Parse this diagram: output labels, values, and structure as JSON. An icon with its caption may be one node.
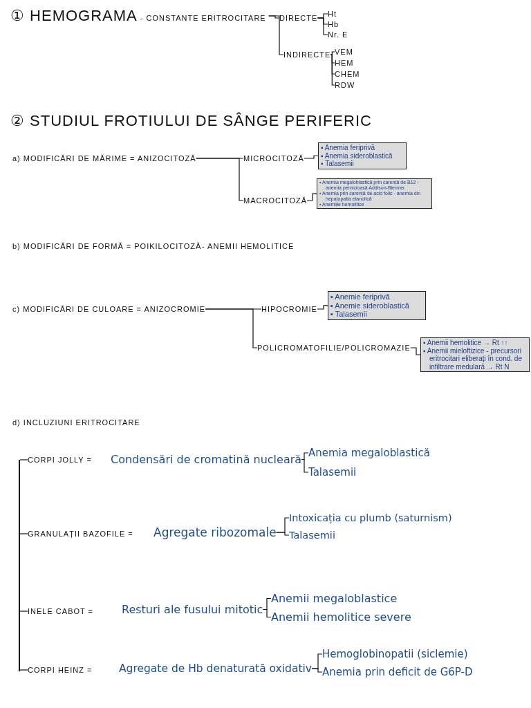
{
  "diagram": {
    "nodes": [
      {
        "text": [
          "① HEMOGRAMA",
          "- CONSTANTE ERITROCITARE"
        ]
      },
      {
        "text": [
          "DIRECTE"
        ]
      },
      {
        "text": [
          "Ht"
        ]
      },
      {
        "text": [
          "Hb"
        ]
      },
      {
        "text": [
          "Nr. E"
        ]
      },
      {
        "text": [
          "INDIRECTE"
        ]
      },
      {
        "text": [
          "VEM"
        ]
      },
      {
        "text": [
          "HEM"
        ]
      },
      {
        "text": [
          "CHEM"
        ]
      },
      {
        "text": [
          "RDW"
        ]
      },
      {
        "text": [
          "a) MODIFICĂRI DE MĂRIME = ANIZOCITOZĂ"
        ]
      },
      {
        "text": [
          "MICROCITOZĂ"
        ]
      },
      {
        "text": [
          "▪ Anemia feriprivă",
          "▪ Anemia sideroblastică",
          "▪ Talasemii"
        ]
      },
      {
        "text": [
          "MACROCITOZĂ"
        ]
      },
      {
        "text": [
          "▪ Anemia megaloblastică prin carență de B12 - anemia pernicioasă Addison-Biermer",
          "▪ Anemia prin carență de acid folic - anemia din hepatopatia etanolică",
          "▪ Anemiile hemolitice"
        ]
      },
      {
        "text": [
          "c) MODIFICĂRI DE CULOARE = ANIZOCROMIE"
        ]
      },
      {
        "text": [
          "HIPOCROMIE"
        ]
      },
      {
        "text": [
          "▪ Anemie feriprivă",
          "▪ Anemie sideroblastică",
          "▪ Talasemii"
        ]
      },
      {
        "text": [
          "POLICROMATOFILIE/POLICROMAZIE"
        ]
      },
      {
        "text": [
          "▪ Anemii hemolitice → Rt ↑↑",
          "▪ Anemii mieloftizice - precursori eritrocitari eliberați în cond. de infiltrare medulară → Rt N"
        ]
      },
      {
        "text": [
          "CORPI JOLLY ="
        ]
      },
      {
        "text": [
          "Condensări de cromatină nucleară"
        ]
      },
      {
        "text": [
          "Anemia megaloblastică"
        ]
      },
      {
        "text": [
          "Talasemii"
        ]
      },
      {
        "text": [
          "GRANULAȚII BAZOFILE ="
        ]
      },
      {
        "text": [
          "Agregate ribozomale"
        ]
      },
      {
        "text": [
          "Intoxicația cu plumb (saturnism)"
        ]
      },
      {
        "text": [
          "Talasemii"
        ]
      },
      {
        "text": [
          "INELE CABOT ="
        ]
      },
      {
        "text": [
          "Resturi ale fusului mitotic"
        ]
      },
      {
        "text": [
          "Anemii megaloblastice"
        ]
      },
      {
        "text": [
          "Anemii hemolitice severe"
        ]
      },
      {
        "text": [
          "CORPI HEINZ ="
        ]
      },
      {
        "text": [
          "Agregate de Hb denaturată oxidativ"
        ]
      },
      {
        "text": [
          "Hemoglobinopatii (siclemie)"
        ]
      },
      {
        "text": [
          "Anemia prin deficit de G6P-D"
        ]
      },
      {
        "text": [],
        "shape": "bar"
      }
    ],
    "edges": [
      {
        "from": 0,
        "to": 1,
        "arrow": "none"
      },
      {
        "from": 0,
        "to": 5,
        "arrow": "none"
      },
      {
        "from": 1,
        "to": 2,
        "arrow": "none"
      },
      {
        "from": 1,
        "to": 3,
        "arrow": "none"
      },
      {
        "from": 1,
        "to": 4,
        "arrow": "none"
      },
      {
        "from": 5,
        "to": 6,
        "arrow": "none"
      },
      {
        "from": 5,
        "to": 7,
        "arrow": "none"
      },
      {
        "from": 5,
        "to": 8,
        "arrow": "none"
      },
      {
        "from": 5,
        "to": 9,
        "arrow": "none"
      },
      {
        "from": 10,
        "to": 11,
        "arrow": "none"
      },
      {
        "from": 10,
        "to": 13,
        "arrow": "none"
      },
      {
        "from": 11,
        "to": 12,
        "arrow": "none"
      },
      {
        "from": 13,
        "to": 14,
        "arrow": "none"
      },
      {
        "from": 15,
        "to": 16,
        "arrow": "none"
      },
      {
        "from": 15,
        "to": 18,
        "arrow": "none"
      },
      {
        "from": 16,
        "to": 17,
        "arrow": "none"
      },
      {
        "from": 18,
        "to": 19,
        "arrow": "none"
      },
      {
        "from": 21,
        "to": 22,
        "arrow": "none"
      },
      {
        "from": 21,
        "to": 23,
        "arrow": "none"
      },
      {
        "from": 25,
        "to": 26,
        "arrow": "none"
      },
      {
        "from": 25,
        "to": 27,
        "arrow": "none"
      },
      {
        "from": 29,
        "to": 30,
        "arrow": "none"
      },
      {
        "from": 29,
        "to": 31,
        "arrow": "none"
      },
      {
        "from": 33,
        "to": 34,
        "arrow": "none"
      },
      {
        "from": 33,
        "to": 35,
        "arrow": "none"
      },
      {
        "from": 36,
        "to": 20,
        "arrow": "none"
      },
      {
        "from": 36,
        "to": 24,
        "arrow": "none"
      },
      {
        "from": 36,
        "to": 28,
        "arrow": "none"
      },
      {
        "from": 36,
        "to": 32,
        "arrow": "none"
      }
    ],
    "labels": [
      "② STUDIUL FROTIULUI DE SÂNGE PERIFERIC",
      "b) MODIFICĂRI DE FORMĂ = POIKILOCITOZĂ",
      "- ANEMII HEMOLITICE",
      "d) INCLUZIUNI ERITROCITARE"
    ]
  }
}
